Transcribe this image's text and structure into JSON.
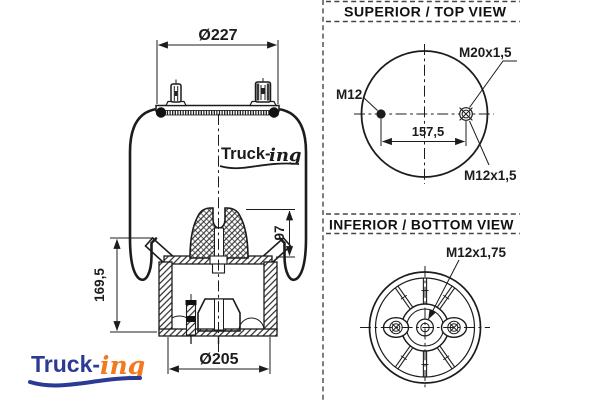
{
  "side_view": {
    "dim_top_diameter": "Ø227",
    "dim_bottom_diameter": "Ø205",
    "dim_total_height": "169,5",
    "dim_bumper_height": "97",
    "watermark_text_bold": "Truck-",
    "watermark_text_script": "ing"
  },
  "top_view": {
    "title": "SUPERIOR / TOP VIEW",
    "label_stud_thread": "M20x1,5",
    "label_stud": "M12",
    "dim_stud_spacing": "157,5",
    "label_port_thread": "M12x1,5"
  },
  "bottom_view": {
    "title": "INFERIOR / BOTTOM VIEW",
    "label_center_thread": "M12x1,75"
  },
  "logo": {
    "text_bold": "Truck-",
    "text_script": "ing"
  },
  "colors": {
    "line": "#1c1c1c",
    "logo_blue": "#2b3a94",
    "logo_orange": "#f2791f"
  }
}
